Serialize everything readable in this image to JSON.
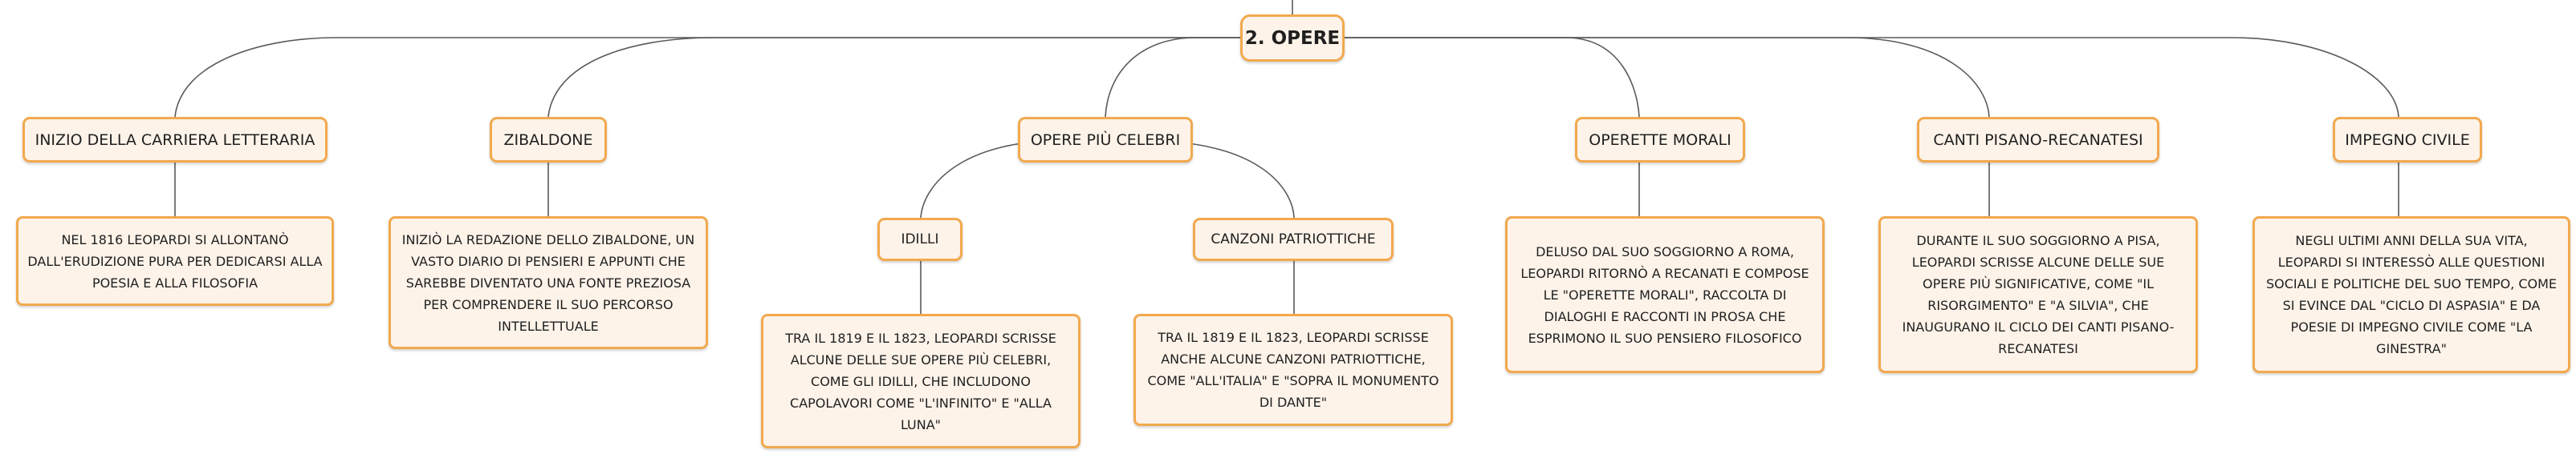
{
  "map": {
    "root": "2. OPERE",
    "topics": [
      {
        "label": "INIZIO DELLA CARRIERA LETTERARIA",
        "note": "NEL 1816 LEOPARDI SI ALLONTANÒ DALL'ERUDIZIONE PURA PER DEDICARSI ALLA POESIA E ALLA FILOSOFIA"
      },
      {
        "label": "ZIBALDONE",
        "note": "INIZIÒ LA REDAZIONE DELLO ZIBALDONE, UN VASTO DIARIO DI PENSIERI E APPUNTI CHE SAREBBE DIVENTATO UNA FONTE PREZIOSA PER COMPRENDERE IL SUO PERCORSO INTELLETTUALE"
      },
      {
        "label": "OPERE PIÙ CELEBRI",
        "children": [
          {
            "label": "IDILLI",
            "note": "TRA IL 1819 E IL 1823, LEOPARDI SCRISSE ALCUNE DELLE SUE OPERE PIÙ CELEBRI, COME GLI IDILLI, CHE INCLUDONO CAPOLAVORI COME \"L'INFINITO\" E \"ALLA LUNA\""
          },
          {
            "label": "CANZONI PATRIOTTICHE",
            "note": "TRA IL 1819 E IL 1823, LEOPARDI SCRISSE ANCHE ALCUNE CANZONI PATRIOTTICHE, COME \"ALL'ITALIA\" E \"SOPRA IL MONUMENTO DI DANTE\""
          }
        ]
      },
      {
        "label": "OPERETTE MORALI",
        "note": "DELUSO DAL SUO SOGGIORNO A ROMA, LEOPARDI RITORNÒ A RECANATI E COMPOSE LE \"OPERETTE MORALI\", RACCOLTA DI DIALOGHI E RACCONTI IN PROSA CHE ESPRIMONO IL SUO PENSIERO FILOSOFICO"
      },
      {
        "label": "CANTI PISANO-RECANATESI",
        "note": "DURANTE IL SUO SOGGIORNO A PISA, LEOPARDI SCRISSE ALCUNE DELLE SUE OPERE PIÙ SIGNIFICATIVE, COME \"IL RISORGIMENTO\" E \"A SILVIA\", CHE INAUGURANO IL CICLO DEI CANTI PISANO-RECANATESI"
      },
      {
        "label": "IMPEGNO CIVILE",
        "note": "NEGLI ULTIMI ANNI DELLA SUA VITA, LEOPARDI SI INTERESSÒ ALLE QUESTIONI SOCIALI E POLITICHE DEL SUO TEMPO, COME SI EVINCE DAL \"CICLO DI ASPASIA\" E DA POESIE DI IMPEGNO CIVILE COME \"LA GINESTRA\""
      }
    ]
  }
}
